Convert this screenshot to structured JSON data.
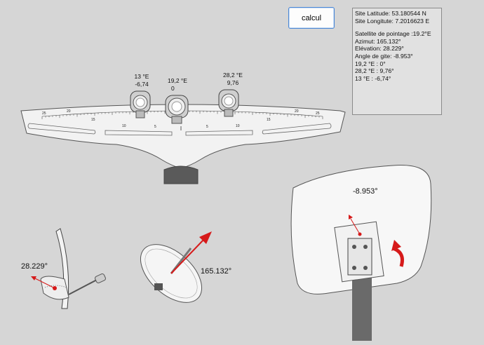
{
  "calc_button": {
    "label": "calcul"
  },
  "info": {
    "latitude": "Site Latitude: 53.180544 N",
    "longitude": "Site Longitute: 7.2016623 E",
    "satellite": "Satellite de pointage :19.2°E",
    "azimut": "Azimut: 165.132°",
    "elevation": "Elévation:  28.229°",
    "gite": "Angle de gite:  -8.953°",
    "row1": "19,2 °E       : 0°",
    "row2": "28,2 °E       : 9,76°",
    "row3": "13 °E          : -6,74°"
  },
  "satellites": [
    {
      "name": "13 °E",
      "value": "-6,74"
    },
    {
      "name": "19,2 °E",
      "value": "0"
    },
    {
      "name": "28,2 °E",
      "value": "9,76"
    }
  ],
  "scale_ticks": {
    "left": [
      "25",
      "20",
      "15",
      "10",
      "5"
    ],
    "right": [
      "5",
      "10",
      "15",
      "20",
      "25"
    ]
  },
  "elevation_label": "28.229°",
  "azimuth_label": "165.132°",
  "skew_label": "-8.953°",
  "colors": {
    "arrow": "#d61a1a",
    "button_border": "#4a87d6"
  },
  "icons": {
    "elevation": "elevation-dish-icon",
    "azimuth": "azimuth-dish-icon",
    "skew": "skew-dish-icon",
    "rotation": "curved-arrow-icon"
  }
}
